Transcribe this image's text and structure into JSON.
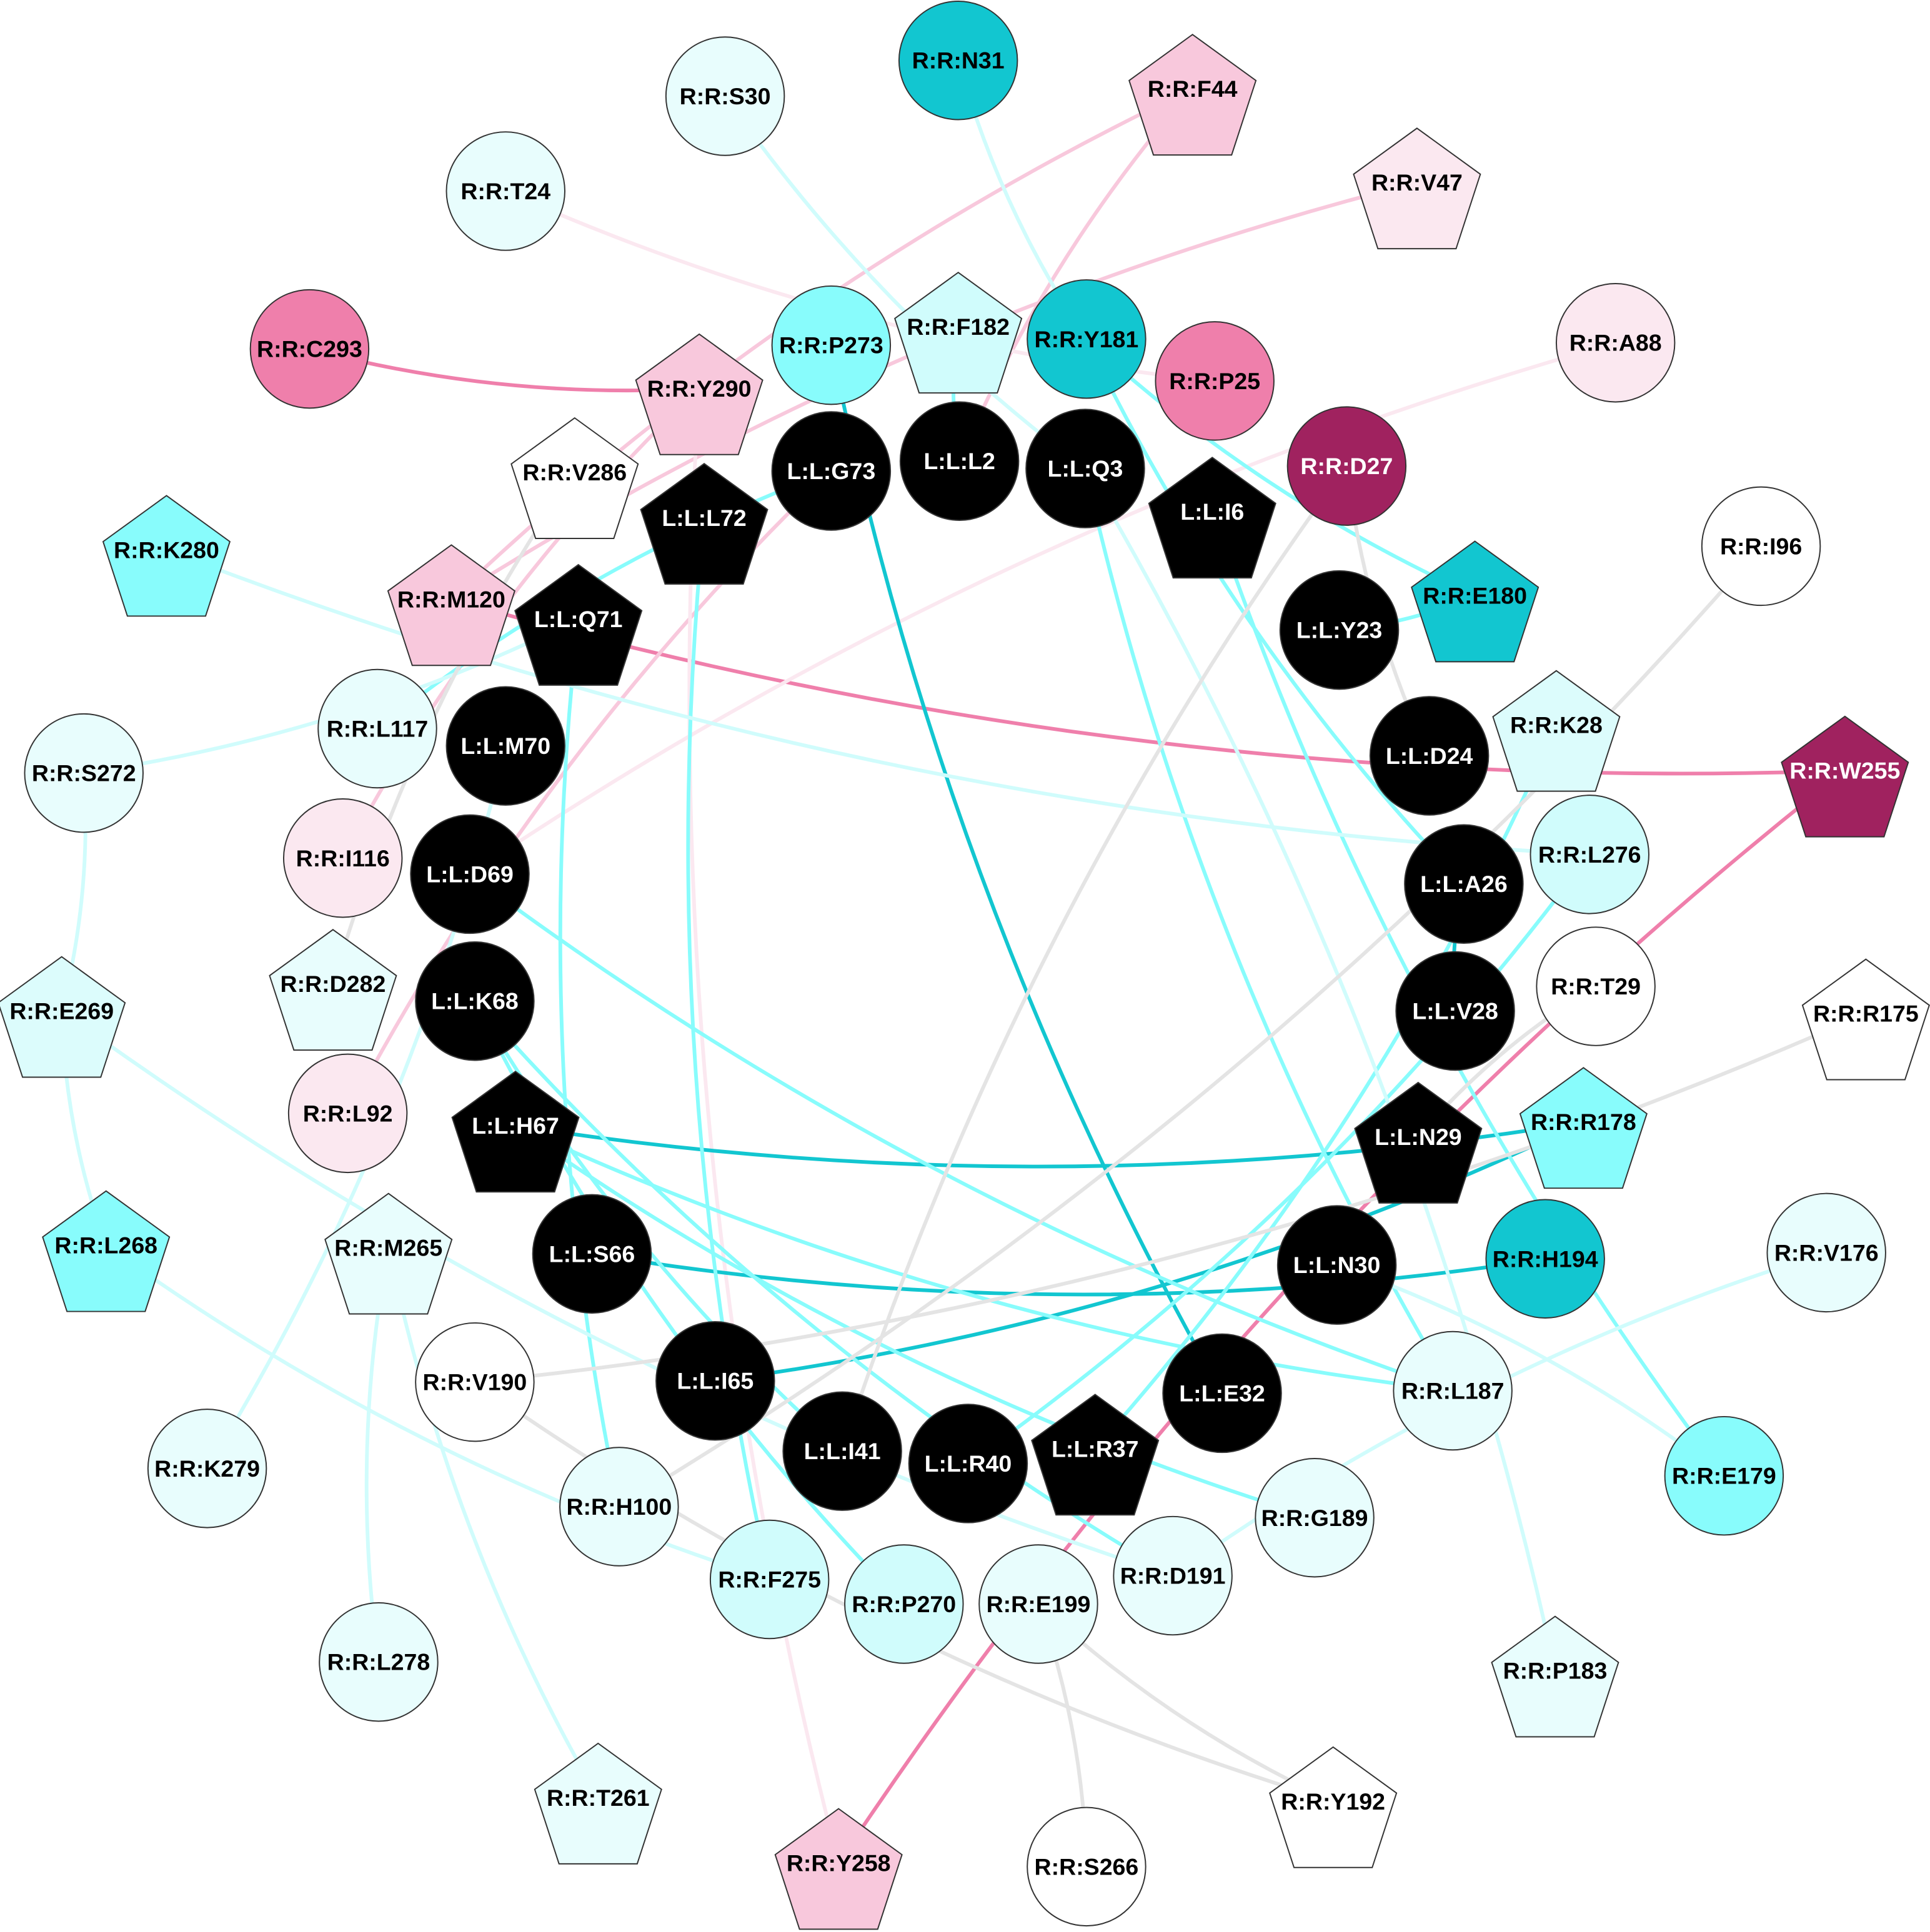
{
  "title": "Ligand–receptor residue contact network",
  "nodes": [
    {
      "id": "R:R:N31",
      "shape": "circle",
      "color": "#12c6d0"
    },
    {
      "id": "R:R:F44",
      "shape": "pentagon",
      "color": "#f8c8dc"
    },
    {
      "id": "R:R:S30",
      "shape": "circle",
      "color": "#e8fdfd"
    },
    {
      "id": "R:R:V47",
      "shape": "pentagon",
      "color": "#fbe8f0"
    },
    {
      "id": "R:R:T24",
      "shape": "circle",
      "color": "#e8fdfd"
    },
    {
      "id": "R:R:A88",
      "shape": "circle",
      "color": "#fbe8f0"
    },
    {
      "id": "R:R:C293",
      "shape": "circle",
      "color": "#ef7fab"
    },
    {
      "id": "R:R:Y290",
      "shape": "pentagon",
      "color": "#f8c8dc"
    },
    {
      "id": "R:R:P273",
      "shape": "circle",
      "color": "#88fcfc"
    },
    {
      "id": "R:R:F182",
      "shape": "pentagon",
      "color": "#d0fcfc"
    },
    {
      "id": "R:R:Y181",
      "shape": "circle",
      "color": "#12c6d0"
    },
    {
      "id": "R:R:P25",
      "shape": "circle",
      "color": "#ef7fab"
    },
    {
      "id": "R:R:D27",
      "shape": "circle",
      "color": "#a0225f"
    },
    {
      "id": "R:R:I96",
      "shape": "circle",
      "color": "#ffffff"
    },
    {
      "id": "R:R:V286",
      "shape": "pentagon",
      "color": "#ffffff"
    },
    {
      "id": "L:L:L72",
      "shape": "pentagon",
      "color": "#000000"
    },
    {
      "id": "L:L:G73",
      "shape": "circle",
      "color": "#000000"
    },
    {
      "id": "L:L:L2",
      "shape": "circle",
      "color": "#000000"
    },
    {
      "id": "L:L:Q3",
      "shape": "circle",
      "color": "#000000"
    },
    {
      "id": "L:L:I6",
      "shape": "pentagon",
      "color": "#000000"
    },
    {
      "id": "R:R:K280",
      "shape": "pentagon",
      "color": "#88fcfc"
    },
    {
      "id": "R:R:M120",
      "shape": "pentagon",
      "color": "#f8c8dc"
    },
    {
      "id": "L:L:Q71",
      "shape": "pentagon",
      "color": "#000000"
    },
    {
      "id": "R:R:E180",
      "shape": "pentagon",
      "color": "#12c6d0"
    },
    {
      "id": "L:L:Y23",
      "shape": "circle",
      "color": "#000000"
    },
    {
      "id": "R:R:L117",
      "shape": "circle",
      "color": "#e8fdfd"
    },
    {
      "id": "L:L:M70",
      "shape": "circle",
      "color": "#000000"
    },
    {
      "id": "L:L:D24",
      "shape": "circle",
      "color": "#000000"
    },
    {
      "id": "R:R:K28",
      "shape": "pentagon",
      "color": "#dcfcfc"
    },
    {
      "id": "R:R:S272",
      "shape": "circle",
      "color": "#e8fdfd"
    },
    {
      "id": "R:R:W255",
      "shape": "pentagon",
      "color": "#a0225f"
    },
    {
      "id": "R:R:I116",
      "shape": "circle",
      "color": "#fbe8f0"
    },
    {
      "id": "L:L:D69",
      "shape": "circle",
      "color": "#000000"
    },
    {
      "id": "L:L:A26",
      "shape": "circle",
      "color": "#000000"
    },
    {
      "id": "R:R:L276",
      "shape": "circle",
      "color": "#d0fcfc"
    },
    {
      "id": "R:R:D282",
      "shape": "pentagon",
      "color": "#e8fdfd"
    },
    {
      "id": "L:L:K68",
      "shape": "circle",
      "color": "#000000"
    },
    {
      "id": "L:L:V28",
      "shape": "circle",
      "color": "#000000"
    },
    {
      "id": "R:R:T29",
      "shape": "circle",
      "color": "#ffffff"
    },
    {
      "id": "R:R:E269",
      "shape": "pentagon",
      "color": "#dcfcfc"
    },
    {
      "id": "R:R:R175",
      "shape": "pentagon",
      "color": "#ffffff"
    },
    {
      "id": "R:R:L92",
      "shape": "circle",
      "color": "#fbe8f0"
    },
    {
      "id": "L:L:H67",
      "shape": "pentagon",
      "color": "#000000"
    },
    {
      "id": "L:L:N29",
      "shape": "pentagon",
      "color": "#000000"
    },
    {
      "id": "R:R:R178",
      "shape": "pentagon",
      "color": "#88fcfc"
    },
    {
      "id": "R:R:L268",
      "shape": "pentagon",
      "color": "#88fcfc"
    },
    {
      "id": "R:R:M265",
      "shape": "pentagon",
      "color": "#e8fdfd"
    },
    {
      "id": "L:L:S66",
      "shape": "circle",
      "color": "#000000"
    },
    {
      "id": "L:L:N30",
      "shape": "circle",
      "color": "#000000"
    },
    {
      "id": "R:R:H194",
      "shape": "circle",
      "color": "#12c6d0"
    },
    {
      "id": "R:R:V176",
      "shape": "circle",
      "color": "#e8fdfd"
    },
    {
      "id": "R:R:V190",
      "shape": "circle",
      "color": "#ffffff"
    },
    {
      "id": "L:L:I65",
      "shape": "circle",
      "color": "#000000"
    },
    {
      "id": "L:L:E32",
      "shape": "circle",
      "color": "#000000"
    },
    {
      "id": "R:R:L187",
      "shape": "circle",
      "color": "#e8fdfd"
    },
    {
      "id": "R:R:K279",
      "shape": "circle",
      "color": "#e8fdfd"
    },
    {
      "id": "L:L:I41",
      "shape": "circle",
      "color": "#000000"
    },
    {
      "id": "L:L:R40",
      "shape": "circle",
      "color": "#000000"
    },
    {
      "id": "L:L:R37",
      "shape": "pentagon",
      "color": "#000000"
    },
    {
      "id": "R:R:E179",
      "shape": "circle",
      "color": "#88fcfc"
    },
    {
      "id": "R:R:H100",
      "shape": "circle",
      "color": "#e8fdfd"
    },
    {
      "id": "R:R:G189",
      "shape": "circle",
      "color": "#e8fdfd"
    },
    {
      "id": "R:R:F275",
      "shape": "circle",
      "color": "#d0fcfc"
    },
    {
      "id": "R:R:P270",
      "shape": "circle",
      "color": "#d0fcfc"
    },
    {
      "id": "R:R:E199",
      "shape": "circle",
      "color": "#e8fdfd"
    },
    {
      "id": "R:R:D191",
      "shape": "circle",
      "color": "#e8fdfd"
    },
    {
      "id": "R:R:L278",
      "shape": "circle",
      "color": "#e8fdfd"
    },
    {
      "id": "R:R:P183",
      "shape": "pentagon",
      "color": "#e8fdfd"
    },
    {
      "id": "R:R:T261",
      "shape": "pentagon",
      "color": "#e8fdfd"
    },
    {
      "id": "R:R:Y192",
      "shape": "pentagon",
      "color": "#ffffff"
    },
    {
      "id": "R:R:Y258",
      "shape": "pentagon",
      "color": "#f8c8dc"
    },
    {
      "id": "R:R:S266",
      "shape": "circle",
      "color": "#ffffff"
    }
  ],
  "edges": [
    [
      "R:R:C293",
      "R:R:Y290",
      "#ef7fab"
    ],
    [
      "R:R:M120",
      "R:R:W255",
      "#ef7fab"
    ],
    [
      "R:R:W255",
      "R:R:Y258",
      "#ef7fab"
    ],
    [
      "R:R:F44",
      "R:R:M120",
      "#f8c8dc"
    ],
    [
      "R:R:F44",
      "L:L:L2",
      "#f8c8dc"
    ],
    [
      "R:R:V47",
      "R:R:M120",
      "#f8c8dc"
    ],
    [
      "L:L:G73",
      "R:R:L92",
      "#f8c8dc"
    ],
    [
      "R:R:T24",
      "R:R:P25",
      "#fbe8f0"
    ],
    [
      "R:R:A88",
      "L:L:D69",
      "#fbe8f0"
    ],
    [
      "R:R:Y290",
      "R:R:Y258",
      "#fbe8f0"
    ],
    [
      "R:R:Y290",
      "R:R:I116",
      "#f8c8dc"
    ],
    [
      "R:R:P273",
      "L:L:E32",
      "#12c6d0"
    ],
    [
      "L:L:A26",
      "L:L:V28",
      "#12c6d0"
    ],
    [
      "L:L:H67",
      "R:R:R178",
      "#12c6d0"
    ],
    [
      "L:L:S66",
      "R:R:H194",
      "#12c6d0"
    ],
    [
      "L:L:I65",
      "R:R:R178",
      "#12c6d0"
    ],
    [
      "R:R:Y181",
      "R:R:E180",
      "#88fcfc"
    ],
    [
      "R:R:Y181",
      "L:L:A26",
      "#88fcfc"
    ],
    [
      "L:L:Q3",
      "R:R:L187",
      "#88fcfc"
    ],
    [
      "L:L:I6",
      "R:R:E179",
      "#88fcfc"
    ],
    [
      "L:L:G73",
      "R:R:L117",
      "#88fcfc"
    ],
    [
      "L:L:Q71",
      "R:R:H100",
      "#88fcfc"
    ],
    [
      "L:L:K68",
      "R:R:P270",
      "#88fcfc"
    ],
    [
      "L:L:K68",
      "L:L:I41",
      "#88fcfc"
    ],
    [
      "L:L:H67",
      "R:R:L187",
      "#88fcfc"
    ],
    [
      "L:L:H67",
      "R:R:G189",
      "#88fcfc"
    ],
    [
      "L:L:D69",
      "R:R:L187",
      "#88fcfc"
    ],
    [
      "L:L:K68",
      "R:R:D191",
      "#88fcfc"
    ],
    [
      "L:L:R40",
      "R:R:L276",
      "#88fcfc"
    ],
    [
      "L:L:R37",
      "R:R:K28",
      "#88fcfc"
    ],
    [
      "L:L:L72",
      "R:R:F275",
      "#88fcfc"
    ],
    [
      "L:L:Y23",
      "R:R:E180",
      "#88fcfc"
    ],
    [
      "R:R:F182",
      "L:L:L2",
      "#88fcfc"
    ],
    [
      "R:R:N31",
      "R:R:Y181",
      "#d0fcfc"
    ],
    [
      "R:R:S30",
      "L:L:Q3",
      "#d0fcfc"
    ],
    [
      "R:R:K280",
      "R:R:L276",
      "#d0fcfc"
    ],
    [
      "R:R:S272",
      "L:L:Q71",
      "#d0fcfc"
    ],
    [
      "R:R:E269",
      "R:R:S272",
      "#d0fcfc"
    ],
    [
      "R:R:E269",
      "R:R:L268",
      "#d0fcfc"
    ],
    [
      "R:R:E269",
      "R:R:D191",
      "#d0fcfc"
    ],
    [
      "R:R:L268",
      "R:R:F275",
      "#d0fcfc"
    ],
    [
      "R:R:K279",
      "L:L:M70",
      "#d0fcfc"
    ],
    [
      "R:R:M265",
      "R:R:L278",
      "#d0fcfc"
    ],
    [
      "R:R:M265",
      "R:R:T261",
      "#d0fcfc"
    ],
    [
      "R:R:V176",
      "R:R:D191",
      "#d0fcfc"
    ],
    [
      "R:R:P183",
      "L:L:Q3",
      "#d0fcfc"
    ],
    [
      "R:R:E179",
      "L:L:N30",
      "#d0fcfc"
    ],
    [
      "R:R:V190",
      "R:R:R175",
      "#e4e4e4"
    ],
    [
      "R:R:V190",
      "R:R:Y192",
      "#e4e4e4"
    ],
    [
      "R:R:H100",
      "R:R:I96",
      "#e4e4e4"
    ],
    [
      "R:R:E199",
      "R:R:Y192",
      "#e4e4e4"
    ],
    [
      "R:R:S266",
      "R:R:E199",
      "#e4e4e4"
    ],
    [
      "R:R:D27",
      "L:L:D24",
      "#e4e4e4"
    ],
    [
      "R:R:D27",
      "L:L:I41",
      "#e4e4e4"
    ],
    [
      "R:R:V286",
      "R:R:D282",
      "#e4e4e4"
    ],
    [
      "R:R:T29",
      "L:L:N29",
      "#e4e4e4"
    ]
  ]
}
